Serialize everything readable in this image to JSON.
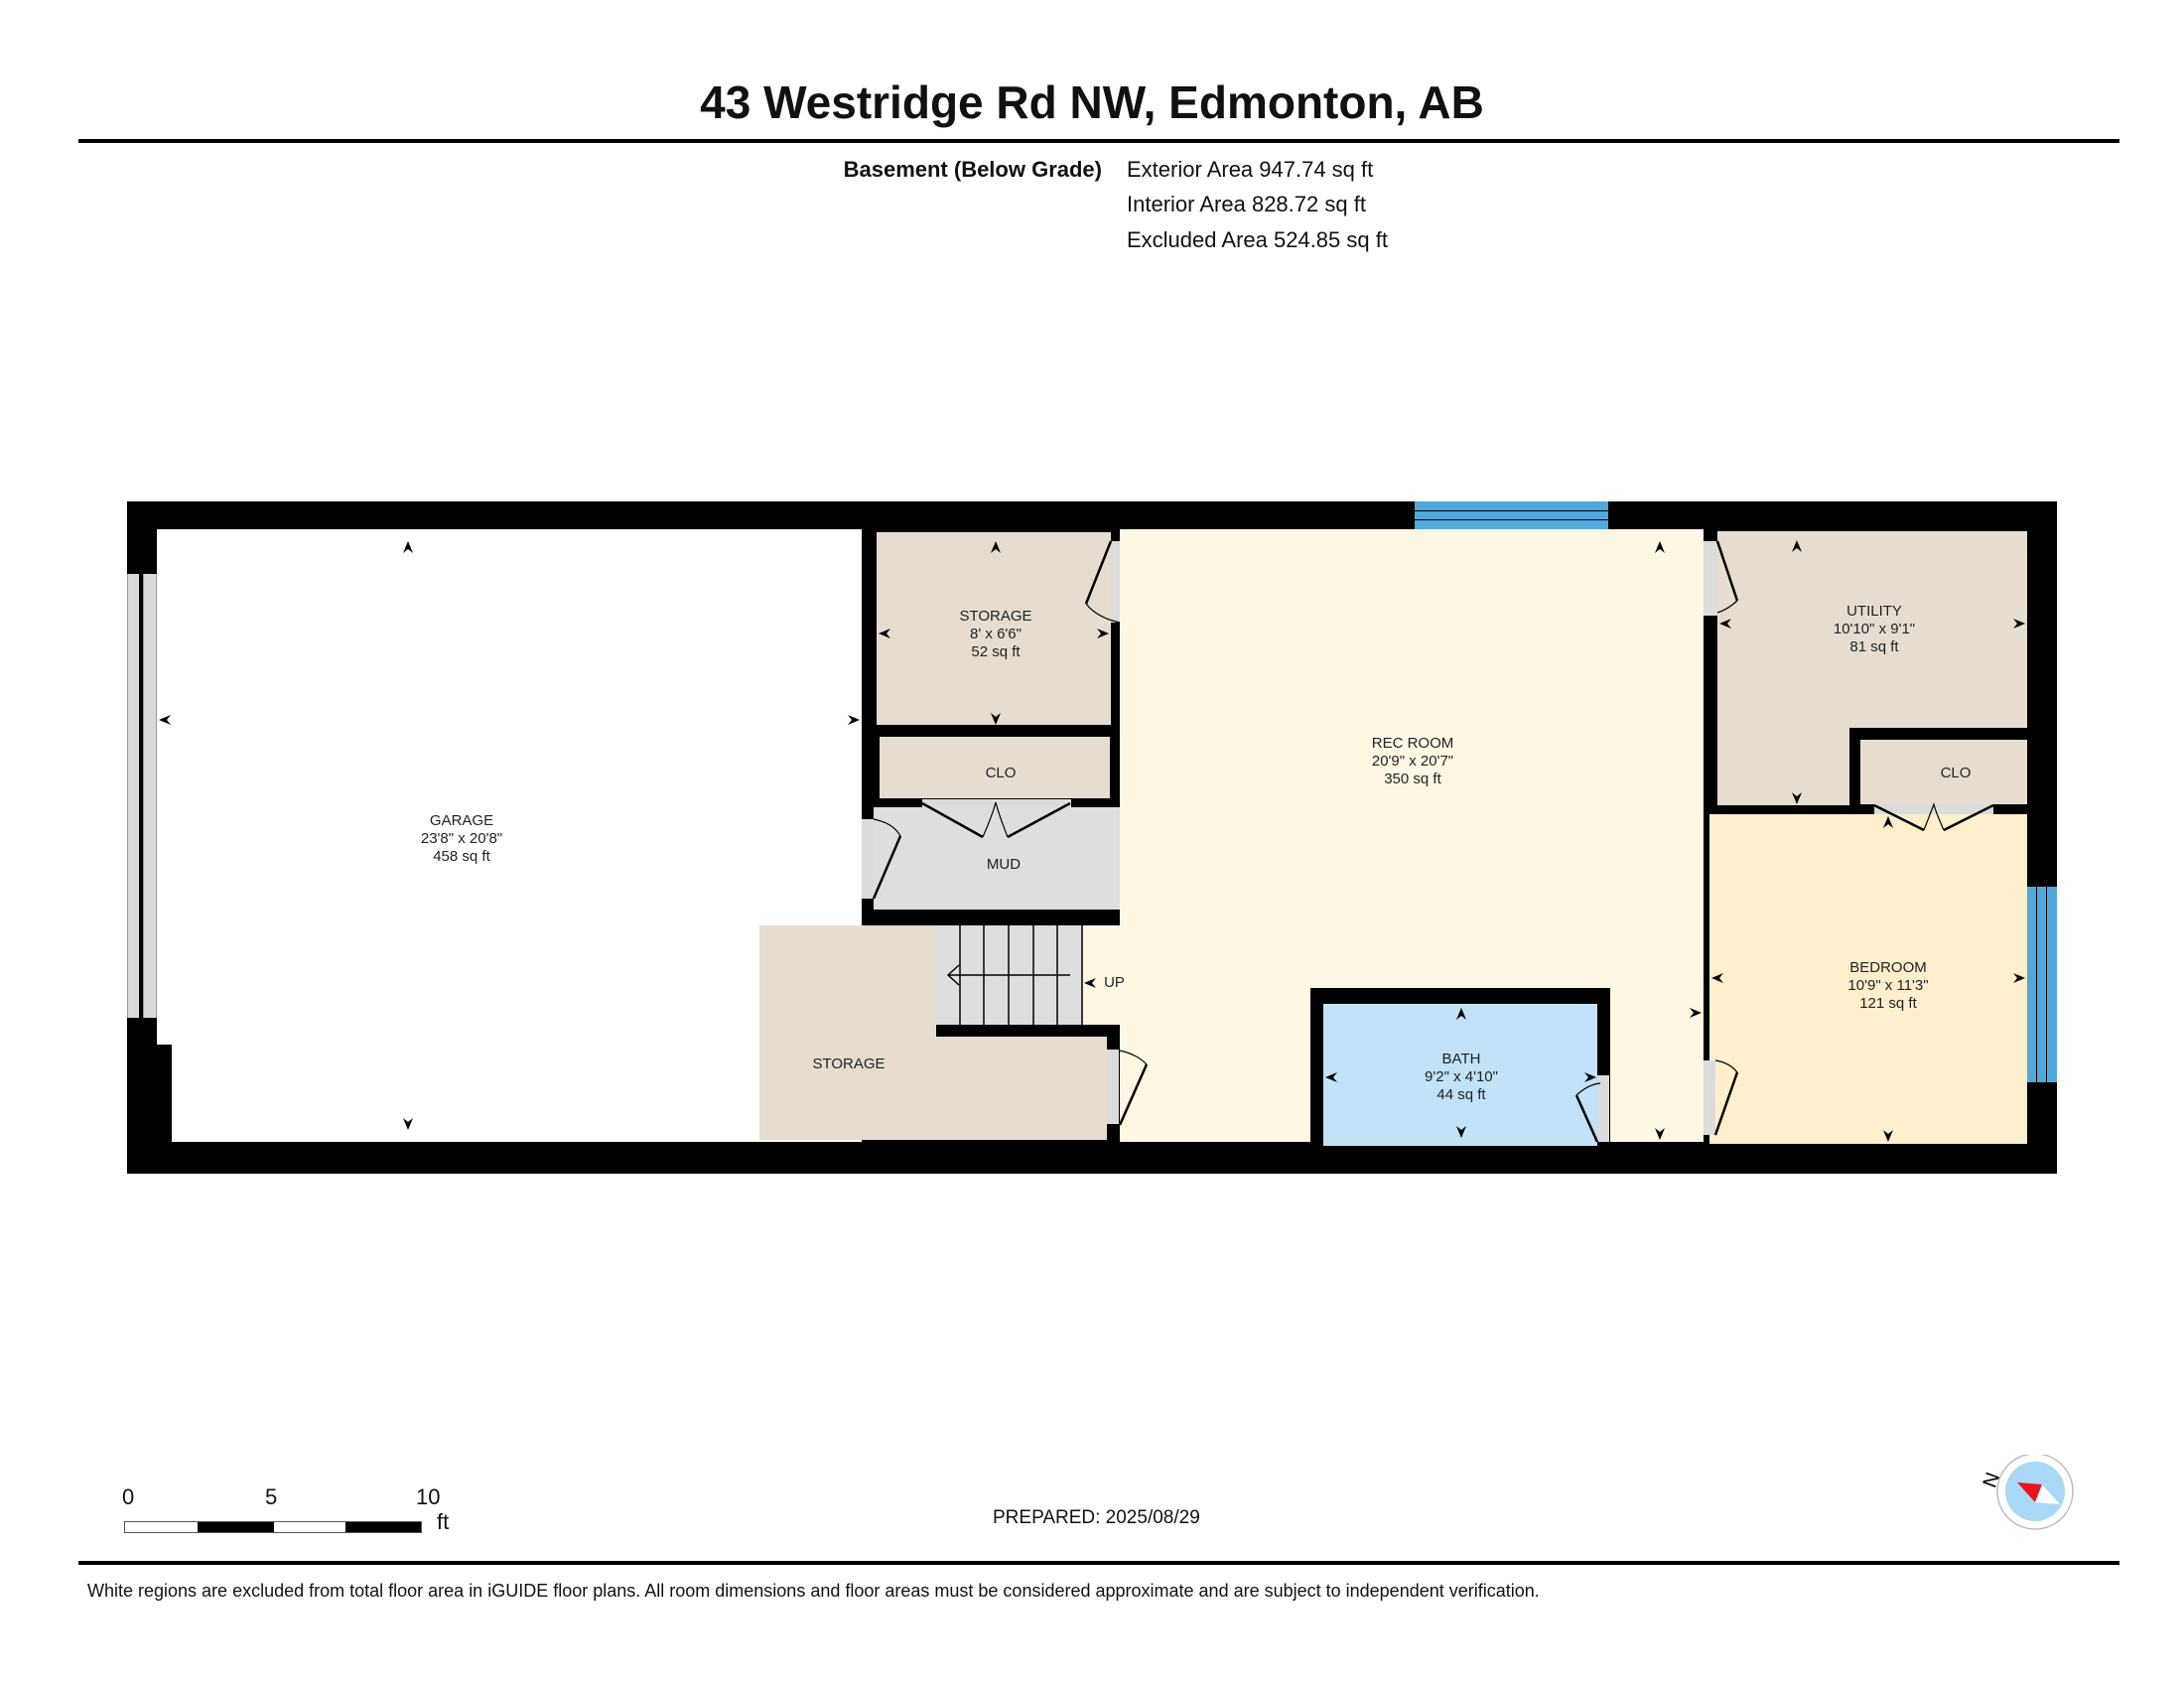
{
  "header": {
    "title": "43 Westridge Rd NW, Edmonton, AB",
    "floor_label": "Basement (Below Grade)",
    "areas": [
      "Exterior Area 947.74 sq ft",
      "Interior Area 828.72 sq ft",
      "Excluded Area 524.85 sq ft"
    ]
  },
  "rooms": {
    "garage": {
      "name": "GARAGE",
      "dims": "23'8\" x 20'8\"",
      "area": "458 sq ft"
    },
    "storage_upper": {
      "name": "STORAGE",
      "dims": "8' x 6'6\"",
      "area": "52 sq ft"
    },
    "closet_left": {
      "name": "CLO"
    },
    "mud": {
      "name": "MUD"
    },
    "storage_lower": {
      "name": "STORAGE"
    },
    "stairs": {
      "label": "UP"
    },
    "rec_room": {
      "name": "REC ROOM",
      "dims": "20'9\" x 20'7\"",
      "area": "350 sq ft"
    },
    "bath": {
      "name": "BATH",
      "dims": "9'2\" x 4'10\"",
      "area": "44 sq ft"
    },
    "utility": {
      "name": "UTILITY",
      "dims": "10'10\" x 9'1\"",
      "area": "81 sq ft"
    },
    "closet_right": {
      "name": "CLO"
    },
    "bedroom": {
      "name": "BEDROOM",
      "dims": "10'9\" x 11'3\"",
      "area": "121 sq ft"
    }
  },
  "colors": {
    "wall": "#000000",
    "garage": "#ffffff",
    "storage": "#e6ddd0",
    "mud": "#dedede",
    "stairs": "#dedede",
    "rec_room": "#fdf7e3",
    "bath": "#c1e2f7",
    "bedroom": "#fdefcc",
    "window": "#4fa9dc",
    "compass_fill": "#a8d8f5",
    "compass_needle": "#e8141c"
  },
  "scale_bar": {
    "ticks": [
      "0",
      "5",
      "10"
    ],
    "unit": "ft"
  },
  "prepared": "PREPARED: 2025/08/29",
  "compass": {
    "label": "N"
  },
  "footer": {
    "note": "White regions are excluded from total floor area in iGUIDE floor plans. All room dimensions and floor areas must be considered approximate and are subject to independent verification."
  }
}
